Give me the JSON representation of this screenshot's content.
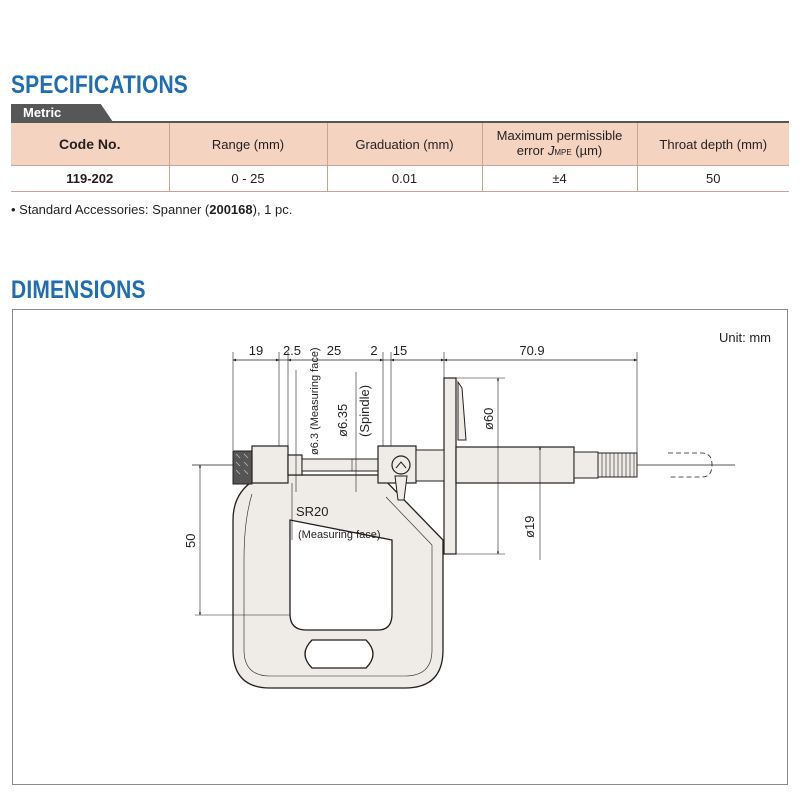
{
  "specifications": {
    "title": "SPECIFICATIONS",
    "tab_label": "Metric",
    "table": {
      "headers": {
        "code": "Code No.",
        "range": "Range (mm)",
        "graduation": "Graduation (mm)",
        "mpe_line1": "Maximum permissible",
        "mpe_line2_prefix": "error ",
        "mpe_symbol": "J",
        "mpe_subscript": "MPE",
        "mpe_unit": " (µm)",
        "throat": "Throat depth (mm)"
      },
      "row": {
        "code": "119-202",
        "range": "0 - 25",
        "graduation": "0.01",
        "mpe": "±4",
        "throat": "50"
      }
    },
    "accessories": {
      "bullet": "•",
      "prefix": " Standard Accessories: Spanner (",
      "code": "200168",
      "suffix": "), 1 pc."
    }
  },
  "dimensions": {
    "title": "DIMENSIONS",
    "unit": "Unit: mm",
    "labels": {
      "d19": "19",
      "d2_5": "2.5",
      "d25": "25",
      "d2": "2",
      "d15": "15",
      "d70_9": "70.9",
      "phi6_3": "ø6.3 (Measuring face)",
      "phi6_35": "ø6.35",
      "spindle": "(Spindle)",
      "phi60": "ø60",
      "phi19": "ø19",
      "sr20": "SR20",
      "measuring_face": "(Measuring face)",
      "d50": "50"
    },
    "colors": {
      "body_fill": "#efebe7",
      "line": "#231f20"
    }
  }
}
